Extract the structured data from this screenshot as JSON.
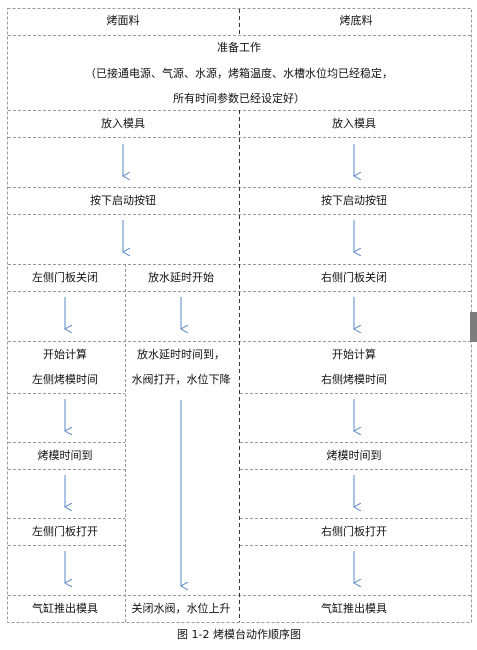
{
  "header": {
    "left": "烤面料",
    "right": "烤底料"
  },
  "prep": {
    "title": "准备工作",
    "line1": "（已接通电源、气源、水源，烤箱温度、水槽水位均已经稳定，",
    "line2": "所有时间参数已经设定好）"
  },
  "left": {
    "place_mold": "放入模具",
    "press_start": "按下启动按钮",
    "door_close": "左侧门板关闭",
    "water_delay_start": "放水延时开始",
    "start_calc_1": "开始计算",
    "start_calc_2": "左侧烤模时间",
    "water_delay_end_1": "放水延时时间到，",
    "water_delay_end_2": "水阀打开，水位下降",
    "bake_time_up": "烤模时间到",
    "door_open": "左侧门板打开",
    "cylinder_out": "气缸推出模具",
    "close_valve": "关闭水阀，水位上升"
  },
  "right": {
    "place_mold": "放入模具",
    "press_start": "按下启动按钮",
    "door_close": "右侧门板关闭",
    "start_calc_1": "开始计算",
    "start_calc_2": "右侧烤模时间",
    "bake_time_up": "烤模时间到",
    "door_open": "右侧门板打开",
    "cylinder_out": "气缸推出模具"
  },
  "caption": "图 1-2  烤模台动作顺序图",
  "colors": {
    "arrow": "#5a8ac8",
    "dashed": "#999999",
    "solid": "#333333"
  }
}
